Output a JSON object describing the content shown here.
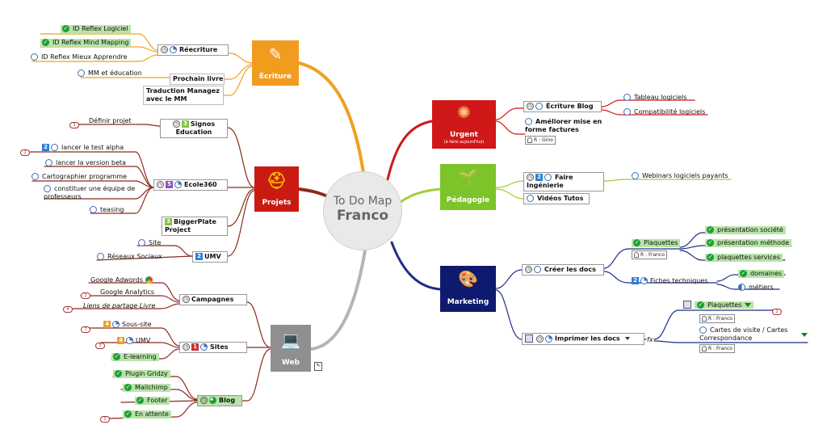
{
  "center": {
    "line1": "To Do Map",
    "line2": "Franco"
  },
  "colors": {
    "ecriture": "#f29c1f",
    "projets": "#c91b12",
    "web": "#8f8f8f",
    "urgent": "#d01818",
    "pedagogie": "#7dc32a",
    "marketing": "#0e1a6e",
    "link_brown": "#8b2a1e",
    "link_orange": "#f0a020",
    "link_green": "#9fce3c",
    "link_navy": "#1e2e86"
  },
  "ecriture": {
    "label": "Écriture",
    "icon": "pencil-note-icon",
    "reecriture": "Réecriture",
    "reecriture_items": [
      "ID Reflex Logiciel",
      "ID Reflex Mind Mapping",
      "ID Reflex Mieux Apprendre"
    ],
    "prochain_livre": "Prochain livre",
    "mm_education": "MM et éducation",
    "traduction": "Traduction Managez avec le MM"
  },
  "projets": {
    "label": "Projets",
    "icon": "hard-hat-icon",
    "signos": "Signos Education",
    "definir": "Définir projet",
    "definir_badge": "3",
    "ecole": "Ecole360",
    "ecole_items": [
      "lancer le test alpha",
      "lancer la version beta",
      "Cartographier programme",
      "constituer une équipe de professeurs",
      "teasing"
    ],
    "alpha_badge": "2",
    "alpha_num": "2",
    "signos_num": "3",
    "ecole_num": "5",
    "biggerplate": "BiggerPlate Project",
    "biggerplate_num": "3",
    "umv": "UMV",
    "umv_num": "2",
    "umv_items": [
      "Site",
      "Réseaux Sociaux"
    ]
  },
  "web": {
    "label": "Web",
    "icon": "laptop-icon",
    "campagnes": "Campagnes",
    "campagnes_items": [
      "Google Adwords",
      "Google Analytics",
      "Liens de partage Livre"
    ],
    "campagnes_badges": [
      "",
      "2",
      "4"
    ],
    "sites": "Sites",
    "sites_num": "1",
    "sites_items": [
      "Sous-site",
      "UMV",
      "E-learning"
    ],
    "sites_badges": [
      "7",
      "3",
      ""
    ],
    "sites_nums": [
      "4",
      "4"
    ],
    "blog": "Blog",
    "blog_items": [
      "Plugin Gridzy",
      "Mailchimp",
      "Footer",
      "En attente"
    ],
    "blog_badge": "2"
  },
  "urgent": {
    "label": "Urgent",
    "sub": "(à faire aujourd'hui)",
    "icon": "explosion-icon",
    "ecriture_blog": "Écriture Blog",
    "blog_items": [
      "Tableau logiciels",
      "Compatibilité logiciels"
    ],
    "factures": "Améliorer mise en forme factures",
    "resp": "R : Gino"
  },
  "pedagogie": {
    "label": "Pédagogie",
    "icon": "plant-icon",
    "ingenierie": "Faire Ingénierie",
    "ingenierie_num": "2",
    "webinars": "Webinars logiciels payants",
    "videos": "Vidéos Tutos"
  },
  "marketing": {
    "label": "Marketing",
    "icon": "palette-icon",
    "creer": "Créer les docs",
    "plaquettes": "Plaquettes",
    "resp_franco": "R : Franco",
    "plaquettes_items": [
      "présentation société",
      "présentation méthode",
      "plaquettes services"
    ],
    "fiches": "Fiches techniques",
    "fiches_num": "2",
    "fiches_items": [
      "domaines",
      "métiers"
    ],
    "imprimer": "Imprimer les docs",
    "imp_plaquettes": "Plaquettes",
    "imp_badge": "2",
    "cartes": "Cartes de visite  / Cartes Correspondance",
    "fx": "fx"
  }
}
